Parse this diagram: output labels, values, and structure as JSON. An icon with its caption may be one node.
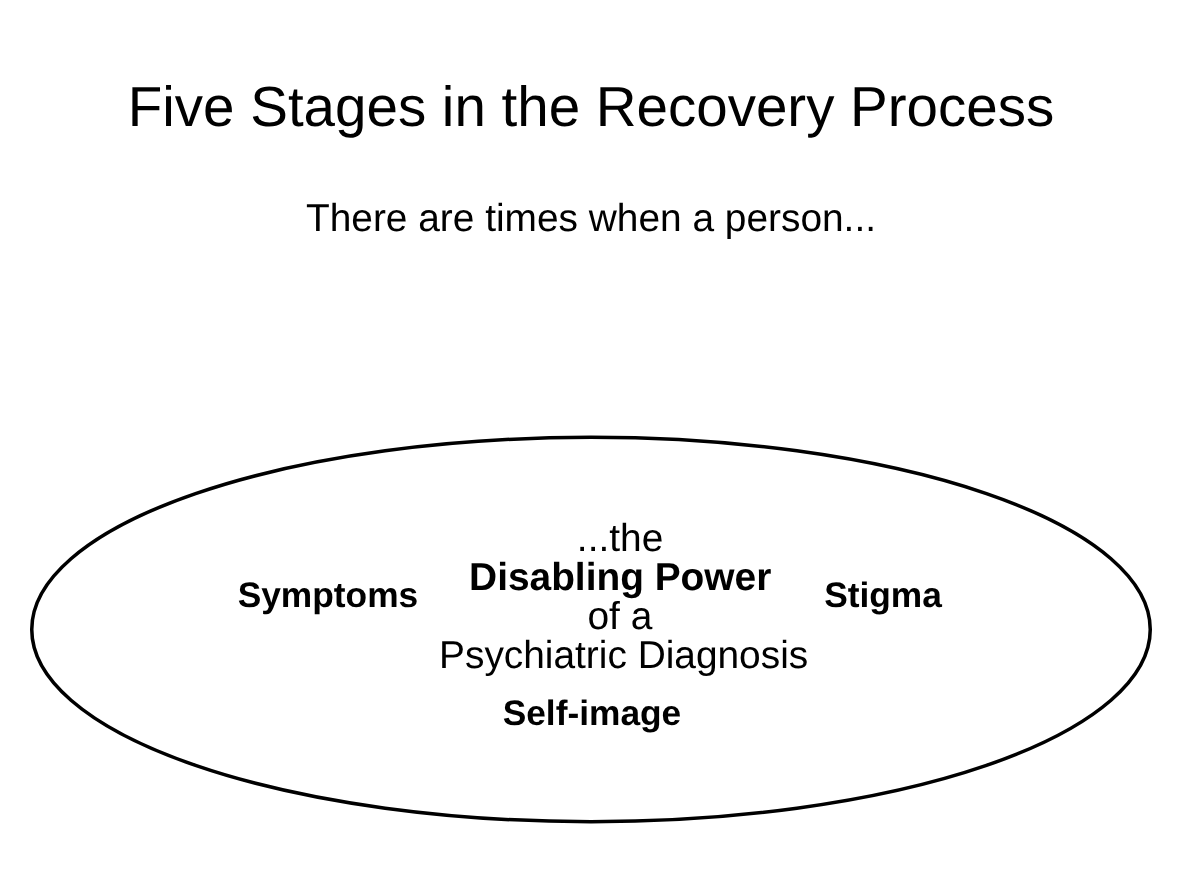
{
  "diagram": {
    "title": "Five Stages in the Recovery Process",
    "nodes": [
      {
        "text": [
          "Symptoms",
          "...the **Disabling Power** of a Psychiatric Diagnosis",
          "Stigma",
          "Self-image"
        ]
      }
    ],
    "edges": [],
    "labels": [
      "There are times when a person..."
    ]
  }
}
